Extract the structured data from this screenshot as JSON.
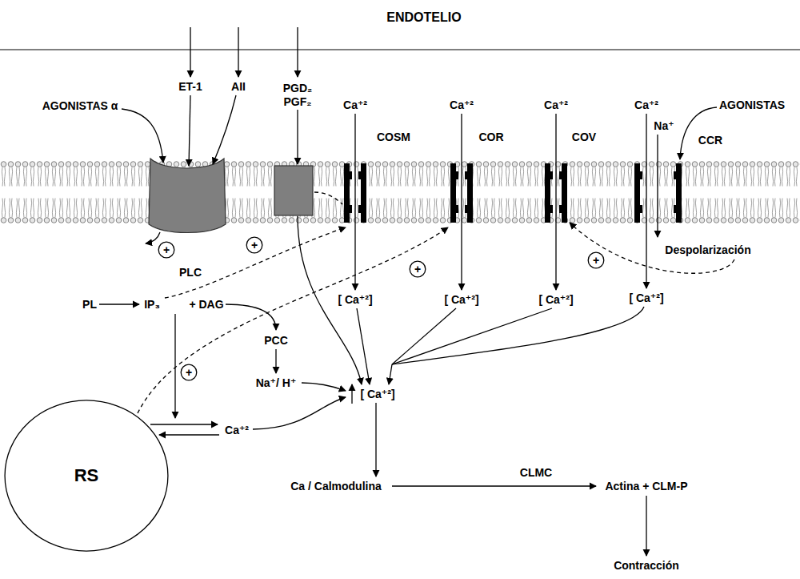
{
  "diagram": {
    "title": "ENDOTELIO",
    "nodes": [
      {
        "text": [
          "+"
        ]
      },
      {
        "text": [
          "+"
        ]
      },
      {
        "text": [
          "+"
        ]
      },
      {
        "text": [
          "+"
        ]
      },
      {
        "text": [
          "+"
        ]
      },
      {
        "text": [
          "RS"
        ]
      }
    ],
    "labels": [
      "ET-1",
      "AII",
      "PGD₂",
      "AGONISTAS α",
      "PGF₂",
      "Ca⁺²",
      "Ca⁺²",
      "Ca⁺²",
      "Ca⁺²",
      "AGONISTAS",
      "Na⁺",
      "COSM",
      "COR",
      "COV",
      "CCR",
      "Despolarización",
      "PLC",
      "PL",
      "IP₃",
      "+ DAG",
      "[ Ca⁺²]",
      "[ Ca⁺²]",
      "[ Ca⁺²]",
      "[ Ca⁺²]",
      "PCC",
      "Na⁺/ H⁺",
      "[ Ca⁺²]",
      "Ca⁺²",
      "CLMC",
      "Ca / Calmodulina",
      "Actina + CLM-P",
      "Contracción"
    ]
  }
}
